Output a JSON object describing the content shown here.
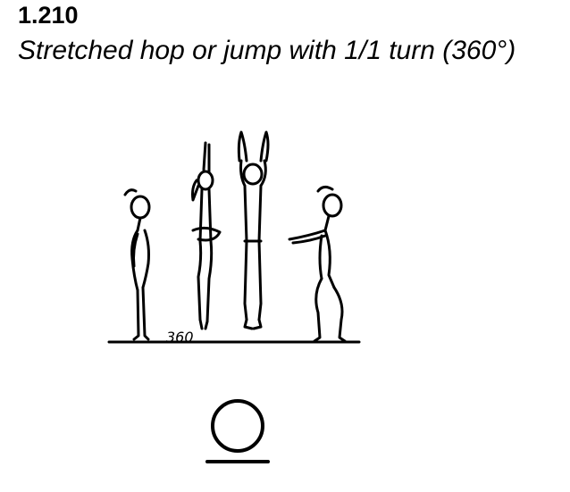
{
  "element": {
    "code": "1.210",
    "title": "Stretched hop or jump with 1/1 turn (360°)"
  },
  "illustration": {
    "description_icon": "gymnast-jump-sequence-icon",
    "floor_mark": "360"
  },
  "symbol": {
    "icon": "circle-with-underline-icon"
  }
}
